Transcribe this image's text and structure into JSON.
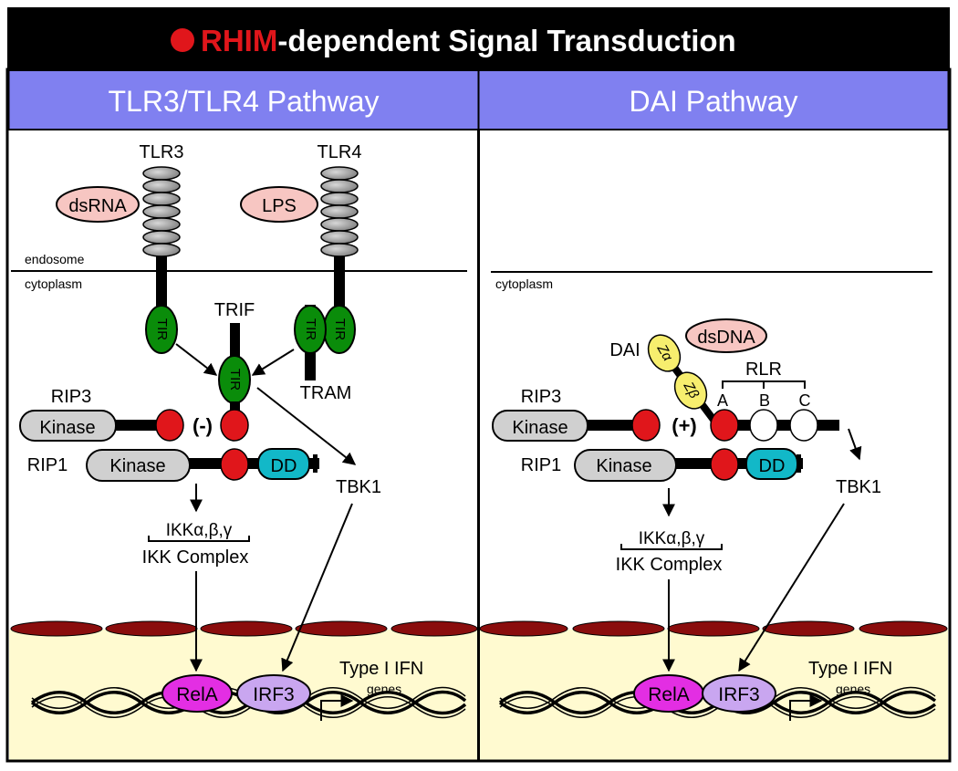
{
  "title": {
    "rhim": "RHIM",
    "rest": "-dependent Signal Transduction"
  },
  "colors": {
    "header_bg": "#000000",
    "panel_header_bg": "#8080f0",
    "nucleus_bg": "#fffad0",
    "rhim_red": "#e0161b",
    "tir_green": "#0a8c0a",
    "dd_teal": "#12b8c8",
    "rela_magenta": "#e32ee3",
    "irf3_lilac": "#c9a6f0",
    "ligand_pink": "#f7c6c2",
    "z_yellow": "#f7ee6e",
    "membrane_red": "#8a0d0d"
  },
  "left": {
    "heading": "TLR3/TLR4 Pathway",
    "tlr3": "TLR3",
    "tlr4": "TLR4",
    "dsrna": "dsRNA",
    "lps": "LPS",
    "endosome": "endosome",
    "cytoplasm": "cytoplasm",
    "tir": "TIR",
    "trif": "TRIF",
    "tram": "TRAM",
    "rip3": "RIP3",
    "rip1": "RIP1",
    "kinase": "Kinase",
    "dd": "DD",
    "sign": "(-)",
    "tbk1": "TBK1",
    "ikk_subunits": "IKKα,β,γ",
    "ikk_complex": "IKK Complex",
    "rela": "RelA",
    "irf3": "IRF3",
    "type1ifn": "Type I IFN",
    "genes": "genes"
  },
  "right": {
    "heading": "DAI Pathway",
    "cytoplasm": "cytoplasm",
    "dai": "DAI",
    "dsdna": "dsDNA",
    "za": "Zα",
    "zb": "Zβ",
    "rlr": "RLR",
    "a": "A",
    "b": "B",
    "c": "C",
    "rip3": "RIP3",
    "rip1": "RIP1",
    "kinase": "Kinase",
    "dd": "DD",
    "sign": "(+)",
    "tbk1": "TBK1",
    "ikk_subunits": "IKKα,β,γ",
    "ikk_complex": "IKK Complex",
    "rela": "RelA",
    "irf3": "IRF3",
    "type1ifn": "Type I IFN",
    "genes": "genes"
  }
}
